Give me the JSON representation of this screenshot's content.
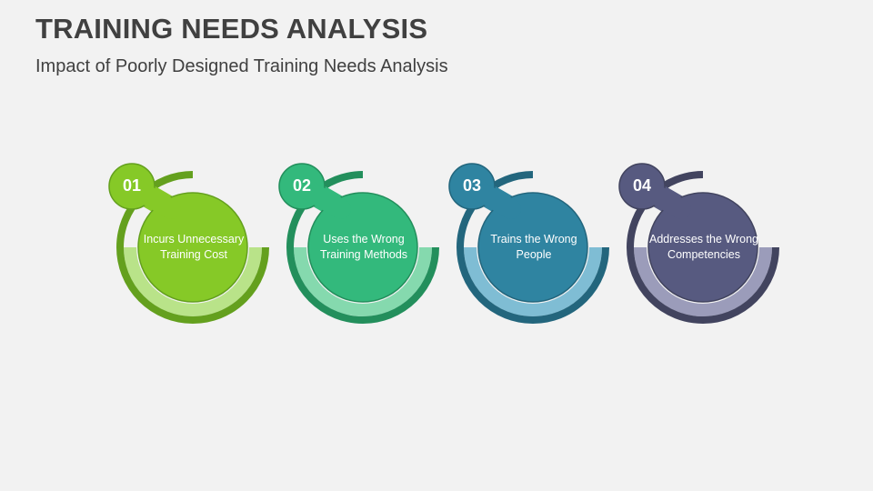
{
  "header": {
    "title": "TRAINING NEEDS ANALYSIS",
    "subtitle": "Impact of Poorly Designed Training Needs Analysis"
  },
  "items": [
    {
      "number": "01",
      "text": "Incurs Unnecessary Training Cost",
      "colors": {
        "main": "#86c927",
        "dark": "#64a01e",
        "light": "#b9e389"
      }
    },
    {
      "number": "02",
      "text": "Uses the Wrong Training Methods",
      "colors": {
        "main": "#33b97c",
        "dark": "#238f5c",
        "light": "#85d9ae"
      }
    },
    {
      "number": "03",
      "text": "Trains the Wrong People",
      "colors": {
        "main": "#2f84a1",
        "dark": "#23667d",
        "light": "#7fbdd4"
      }
    },
    {
      "number": "04",
      "text": "Addresses the Wrong Competencies",
      "colors": {
        "main": "#575a80",
        "dark": "#42445f",
        "light": "#9b9cba"
      }
    }
  ]
}
